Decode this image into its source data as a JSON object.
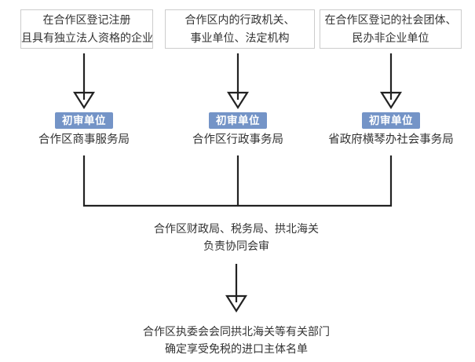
{
  "diagram": {
    "columns": [
      {
        "box_lines": [
          "在合作区登记注册",
          "且具有独立法人资格的企业"
        ],
        "badge": "初审单位",
        "unit": "合作区商事服务局"
      },
      {
        "box_lines": [
          "合作区内的行政机关、",
          "事业单位、法定机构"
        ],
        "badge": "初审单位",
        "unit": "合作区行政事务局"
      },
      {
        "box_lines": [
          "在合作区登记的社会团体、",
          "民办非企业单位"
        ],
        "badge": "初审单位",
        "unit": "省政府横琴办社会事务局"
      }
    ],
    "joint_review_lines": [
      "合作区财政局、税务局、拱北海关",
      "负责协同会审"
    ],
    "final_lines": [
      "合作区执委会会同拱北海关等有关部门",
      "确定享受免税的进口主体名单"
    ],
    "colors": {
      "badge_bg": "#7494c7",
      "badge_text": "#ffffff",
      "box_border": "#cccccc",
      "line": "#222222",
      "text": "#333333"
    }
  }
}
